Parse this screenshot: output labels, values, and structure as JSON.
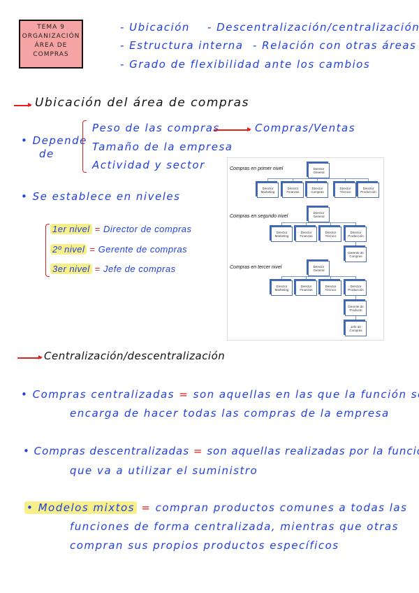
{
  "title_box": {
    "lines": [
      "TEMA 9",
      "ORGANIZACIÓN",
      "ÁREA DE",
      "COMPRAS"
    ]
  },
  "topics": [
    "- Ubicación",
    "- Descentralización/centralización",
    "- Estructura interna",
    "- Relación con otras áreas",
    "- Grado de flexibilidad ante los cambios"
  ],
  "section1": {
    "heading": "Ubicación del área de compras",
    "depende": [
      "• Depende",
      "de"
    ],
    "factors": [
      "Peso de las compras",
      "Tamaño de la empresa",
      "Actividad y sector"
    ],
    "factor_result": "Compras/Ventas",
    "niveles_intro": "• Se establece en niveles",
    "levels": [
      {
        "label": "1er nivel",
        "eq": "=",
        "value": "Director de compras"
      },
      {
        "label": "2º nivel",
        "eq": "=",
        "value": "Gerente de compras"
      },
      {
        "label": "3er nivel",
        "eq": "=",
        "value": "Jefe de compras"
      }
    ]
  },
  "org_chart": {
    "levels": [
      {
        "title": "Compras en primer nivel",
        "root": [
          "Director",
          "General"
        ],
        "children": [
          [
            "Director",
            "Marketing"
          ],
          [
            "Director",
            "Finanzas"
          ],
          [
            "Director",
            "Compras"
          ],
          [
            "Director",
            "Técnico"
          ],
          [
            "Director",
            "Producción"
          ]
        ],
        "chain": []
      },
      {
        "title": "Compras en segundo nivel",
        "root": [
          "Director",
          "General"
        ],
        "children": [
          [
            "Director",
            "Marketing"
          ],
          [
            "Director",
            "Finanzas"
          ],
          [
            "Director",
            "Técnico"
          ],
          [
            "Director",
            "Producción"
          ]
        ],
        "chain": [
          [
            "Gerente de",
            "Compras"
          ]
        ]
      },
      {
        "title": "Compras en tercer  nivel",
        "root": [
          "Director",
          "General"
        ],
        "children": [
          [
            "Director",
            "Marketing"
          ],
          [
            "Director",
            "Finanzas"
          ],
          [
            "Director",
            "Técnico"
          ],
          [
            "Director",
            "Producción"
          ]
        ],
        "chain": [
          [
            "Gerente de",
            "Producto"
          ],
          [
            "Jefe de",
            "Compras"
          ]
        ]
      }
    ]
  },
  "section2": {
    "heading": "Centralización/descentralización",
    "paragraphs": [
      {
        "term": "• Compras centralizadas",
        "eq": "=",
        "lines": [
          "son aquellas en las que la función se",
          "encarga de hacer todas las compras de la empresa"
        ]
      },
      {
        "term": "• Compras descentralizadas",
        "eq": "=",
        "lines": [
          "son aquellas realizadas por la función",
          "que va a utilizar el suministro"
        ]
      },
      {
        "term": "• Modelos mixtos",
        "eq": "=",
        "lines": [
          "compran productos comunes a todas las",
          "funciones de forma centralizada, mientras que otras",
          "compran sus propios productos específicos"
        ]
      }
    ]
  },
  "colors": {
    "ink": "#1f3fe0",
    "accent": "#e3201b",
    "highlight": "#f7f08a",
    "title_box": "#f6a3a3"
  }
}
